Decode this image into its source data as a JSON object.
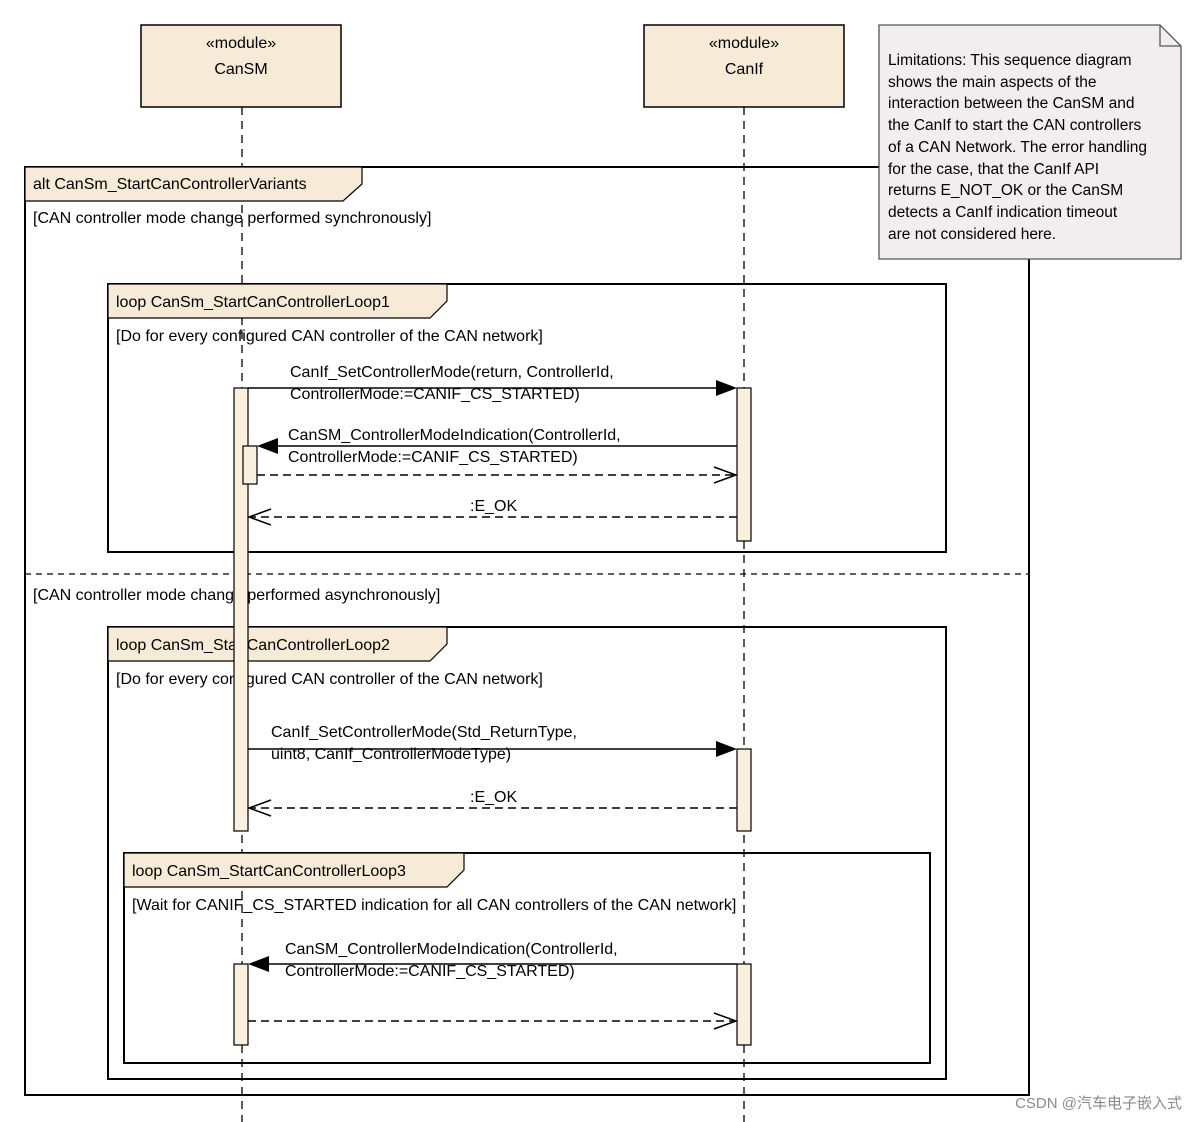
{
  "lifelines": {
    "cansm": {
      "stereotype": "«module»",
      "name": "CanSM"
    },
    "canif": {
      "stereotype": "«module»",
      "name": "CanIf"
    }
  },
  "note": {
    "lines": [
      "Limitations: This sequence diagram",
      "shows the main aspects of the",
      "interaction between the CanSM and",
      "the CanIf to start the CAN controllers",
      "of a CAN Network. The error handling",
      "for the case, that the CanIf API",
      "returns E_NOT_OK or the CanSM",
      "detects a CanIf indication timeout",
      "are not considered here."
    ]
  },
  "alt": {
    "label": "alt CanSm_StartCanControllerVariants",
    "guard1": "[CAN controller mode change performed synchronously]",
    "guard2": "[CAN controller mode change performed asynchronously]"
  },
  "loop1": {
    "label": "loop CanSm_StartCanControllerLoop1",
    "guard": "[Do for every configured CAN controller of the CAN network]",
    "msg1": [
      "CanIf_SetControllerMode(return, ControllerId,",
      "ControllerMode:=CANIF_CS_STARTED)"
    ],
    "msg2": [
      "CanSM_ControllerModeIndication(ControllerId,",
      "ControllerMode:=CANIF_CS_STARTED)"
    ],
    "ret": ":E_OK"
  },
  "loop2": {
    "label": "loop CanSm_StartCanControllerLoop2",
    "guard": "[Do for every configured CAN controller of the CAN network]",
    "msg1": [
      "CanIf_SetControllerMode(Std_ReturnType,",
      "uint8, CanIf_ControllerModeType)"
    ],
    "ret": ":E_OK"
  },
  "loop3": {
    "label": "loop CanSm_StartCanControllerLoop3",
    "guard": "[Wait for CANIF_CS_STARTED indication for all CAN controllers of the CAN network]",
    "msg1": [
      "CanSM_ControllerModeIndication(ControllerId,",
      "ControllerMode:=CANIF_CS_STARTED)"
    ]
  },
  "watermark": "CSDN @汽车电子嵌入式"
}
